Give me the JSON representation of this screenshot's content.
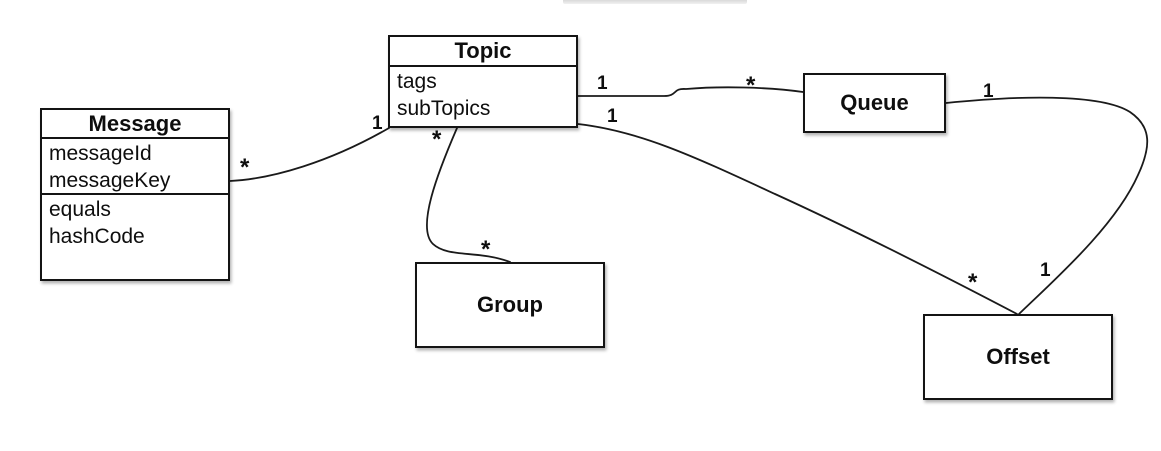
{
  "diagram": {
    "classes": {
      "topic": {
        "name": "Topic",
        "attributes": [
          "tags",
          "subTopics"
        ]
      },
      "message": {
        "name": "Message",
        "attributes": [
          "messageId",
          "messageKey"
        ],
        "operations": [
          "equals",
          "hashCode"
        ]
      },
      "queue": {
        "name": "Queue"
      },
      "group": {
        "name": "Group"
      },
      "offset": {
        "name": "Offset"
      }
    },
    "associations": [
      {
        "from": "Message",
        "to": "Topic",
        "from_mult": "*",
        "to_mult": "1"
      },
      {
        "from": "Topic",
        "to": "Group",
        "from_mult": "*",
        "to_mult": "*"
      },
      {
        "from": "Topic",
        "to": "Queue",
        "from_mult": "1",
        "to_mult": "*"
      },
      {
        "from": "Queue",
        "to": "Offset",
        "from_mult": "1",
        "to_mult": "1"
      },
      {
        "from": "Topic",
        "to": "Offset",
        "from_mult": "1",
        "to_mult": "*"
      }
    ],
    "colors": {
      "line": "#1a1a1a",
      "box_border": "#141414",
      "box_fill": "#ffffff",
      "text": "#0e0e0e"
    }
  }
}
